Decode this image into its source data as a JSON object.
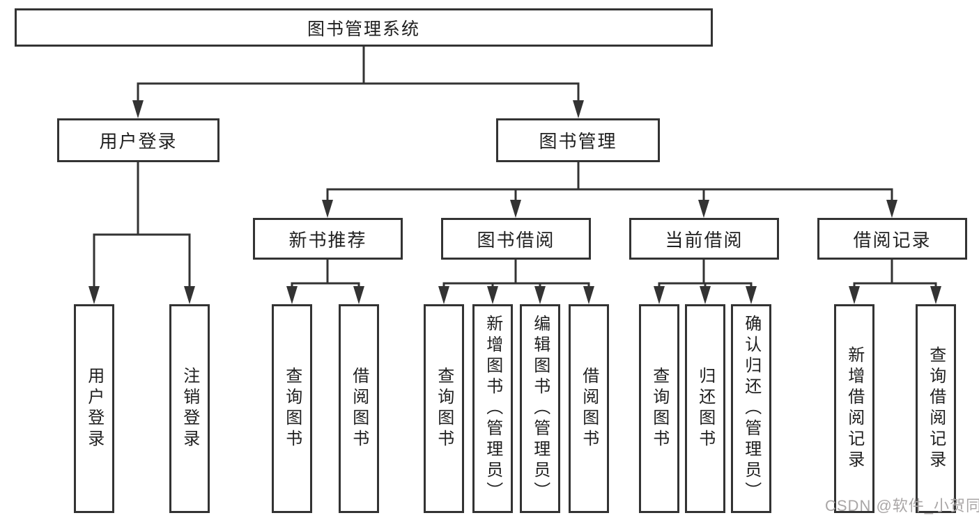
{
  "diagram": {
    "type": "hierarchy",
    "root": {
      "label": "图书管理系统"
    },
    "level2": [
      {
        "label": "用户登录",
        "children": [
          {
            "label": "用户登录"
          },
          {
            "label": "注销登录"
          }
        ]
      },
      {
        "label": "图书管理",
        "children": [
          {
            "label": "新书推荐",
            "children": [
              {
                "label": "查询图书"
              },
              {
                "label": "借阅图书"
              }
            ]
          },
          {
            "label": "图书借阅",
            "children": [
              {
                "label": "查询图书"
              },
              {
                "label": "新增图书（管理员）"
              },
              {
                "label": "编辑图书（管理员）"
              },
              {
                "label": "借阅图书"
              }
            ]
          },
          {
            "label": "当前借阅",
            "children": [
              {
                "label": "查询图书"
              },
              {
                "label": "归还图书"
              },
              {
                "label": "确认归还（管理员）"
              }
            ]
          },
          {
            "label": "借阅记录",
            "children": [
              {
                "label": "新增借阅记录"
              },
              {
                "label": "查询借阅记录"
              }
            ]
          }
        ]
      }
    ],
    "watermark": "CSDN @软件_小贺同学",
    "colors": {
      "line": "#333333",
      "text": "#1f1f1f",
      "background": "#ffffff",
      "watermark": "#a9a6a6"
    }
  }
}
